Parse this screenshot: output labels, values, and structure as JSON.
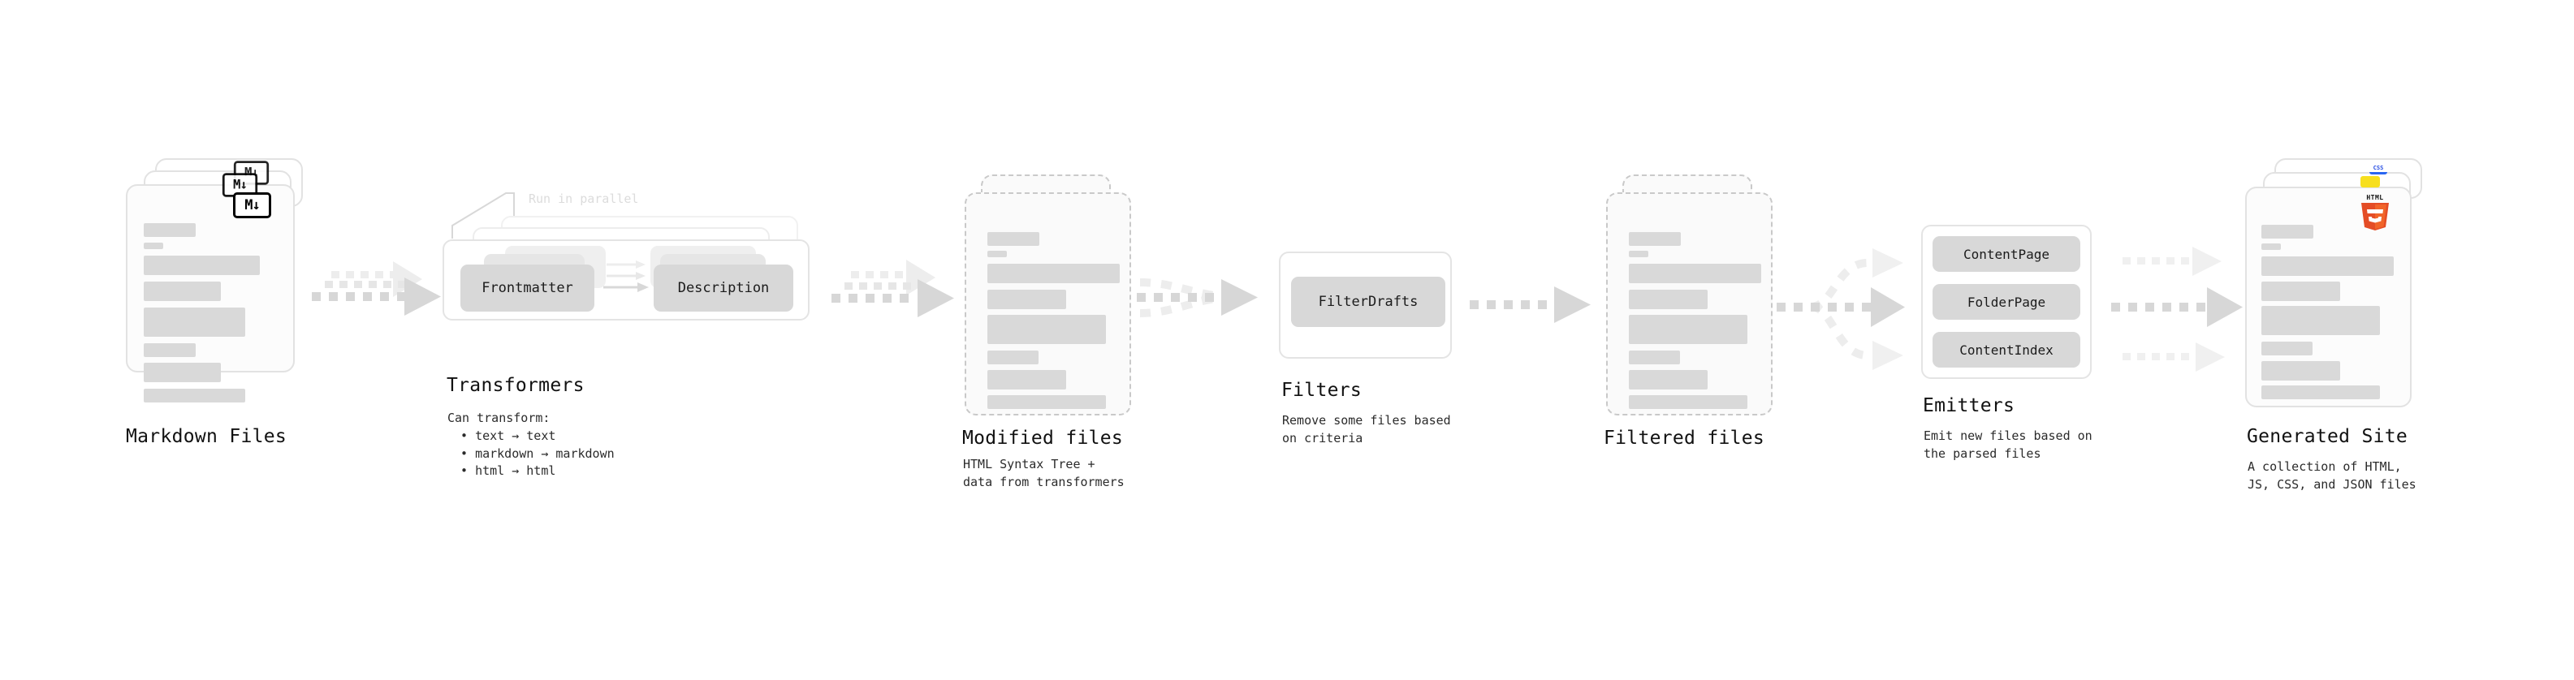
{
  "diagram": {
    "title_hidden": "",
    "accent_colors": {
      "skeleton_bar": "#d9d9d9",
      "card_border_solid": "#e2e2e2",
      "card_border_dashed": "#c9c9c9",
      "arrow_strong": "#d5d5d5",
      "arrow_weak": "#ededed",
      "chip_fill": "#d8d8d8",
      "html5_orange": "#e44d26",
      "html5_orange_light": "#f16529",
      "js_yellow": "#f7df1e",
      "css_blue": "#2965f1"
    }
  },
  "stages": [
    {
      "id": "markdown-files",
      "title": "Markdown Files",
      "subtitle": "",
      "badge": "M↓",
      "badge_name": "markdown-logo-icon"
    },
    {
      "id": "transformers",
      "title": "Transformers",
      "annotation": "Run in parallel",
      "caption_lead": "Can transform:",
      "caption_items": [
        "text → text",
        "markdown → markdown",
        "html → html"
      ],
      "chips": [
        "Frontmatter",
        "Description"
      ]
    },
    {
      "id": "modified-files",
      "title": "Modified files",
      "subtitle": "HTML Syntax Tree +\ndata from transformers"
    },
    {
      "id": "filters",
      "title": "Filters",
      "subtitle": "Remove some files based\non criteria",
      "chips": [
        "FilterDrafts"
      ]
    },
    {
      "id": "filtered-files",
      "title": "Filtered files",
      "subtitle": ""
    },
    {
      "id": "emitters",
      "title": "Emitters",
      "subtitle": "Emit new files based on\nthe parsed files",
      "chips": [
        "ContentPage",
        "FolderPage",
        "ContentIndex"
      ]
    },
    {
      "id": "generated-site",
      "title": "Generated Site",
      "subtitle": "A collection of HTML,\nJS, CSS, and JSON files",
      "badges": [
        "HTML5",
        "JS",
        "CSS"
      ]
    }
  ]
}
